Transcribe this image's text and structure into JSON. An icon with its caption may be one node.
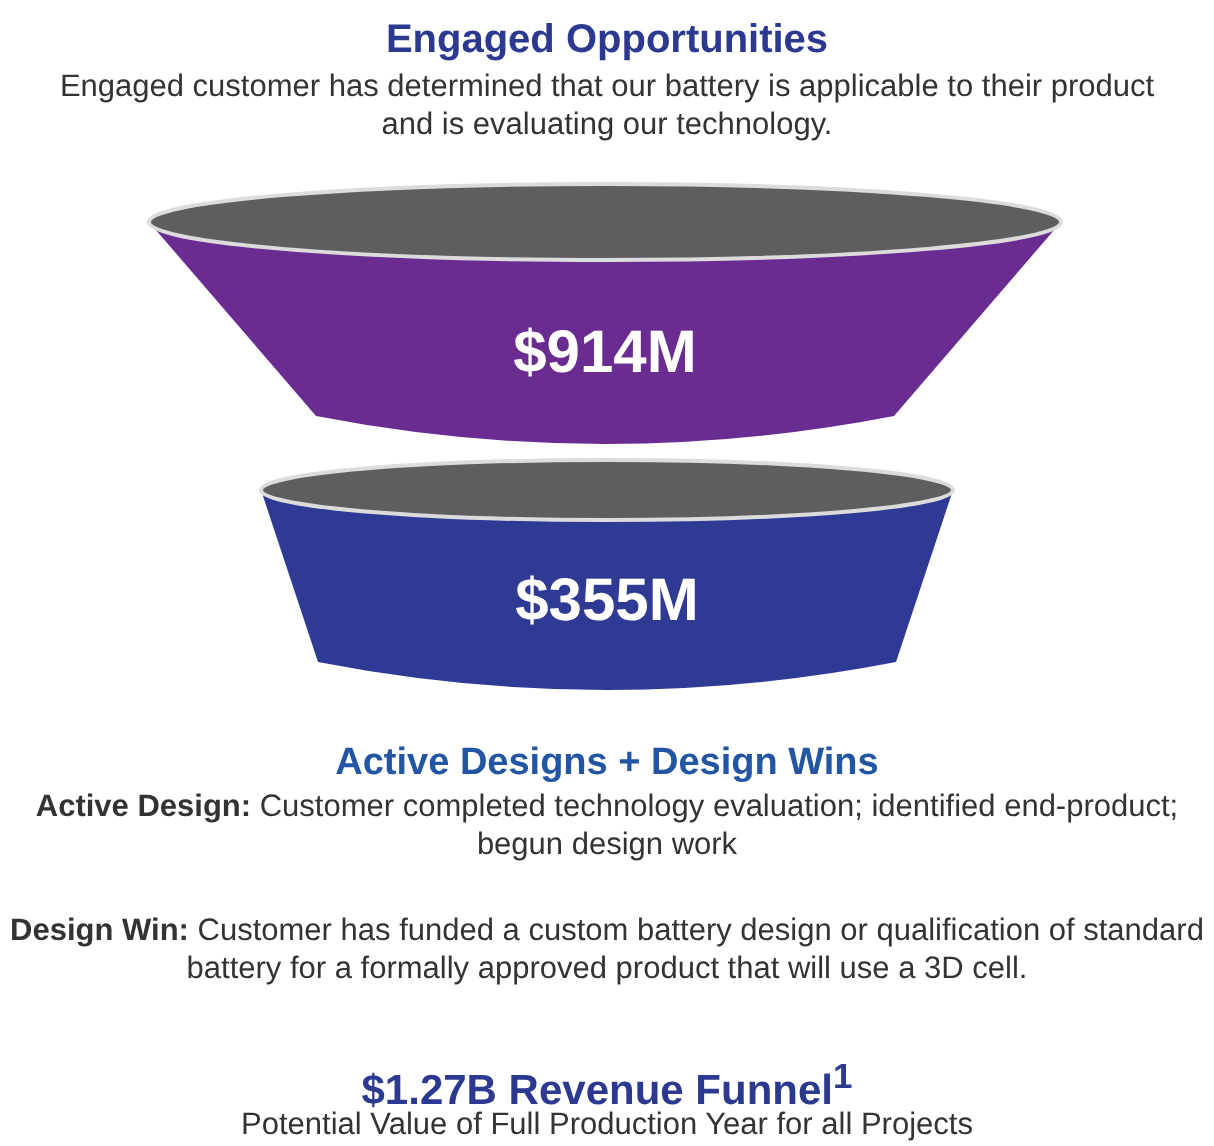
{
  "diagram": {
    "nodes": [
      {
        "text": [
          "$914M"
        ]
      },
      {
        "text": [
          "$355M"
        ]
      }
    ],
    "edges": [],
    "labels": [
      "Engaged Opportunities",
      "Engaged customer has determined that our battery is applicable to their product and is evaluating our technology.",
      "Active Designs + Design Wins",
      "**Active Design:** Customer completed technology evaluation; identified end-product; begun design work",
      "**Design Win:** Customer has funded a custom battery design or qualification of standard battery for a formally approved product that will use a 3D cell.",
      "$1.27B Revenue Funnel$^{1}$",
      "Potential Value of Full Production Year for all Projects"
    ]
  }
}
